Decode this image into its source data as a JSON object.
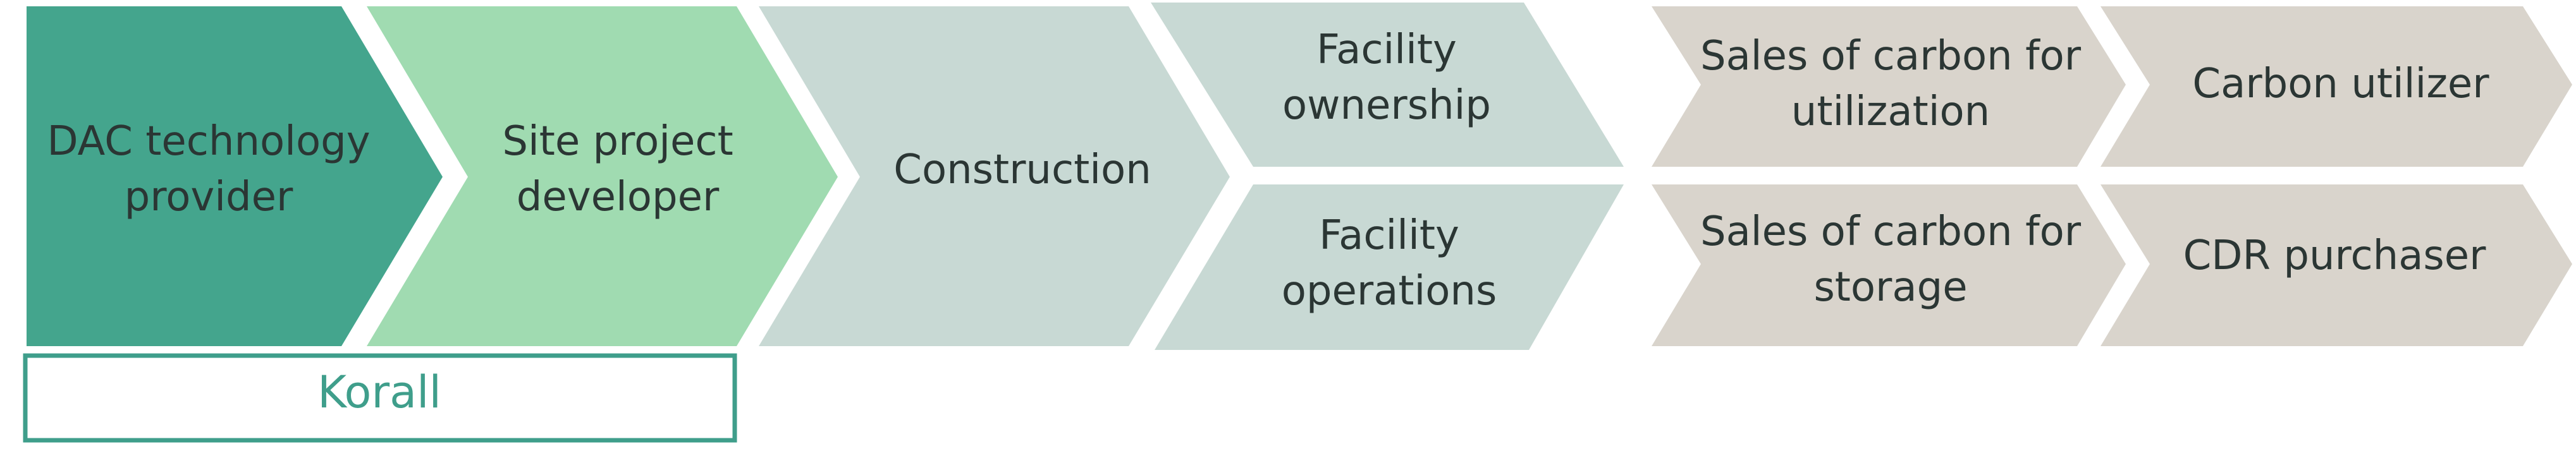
{
  "colors": {
    "dac": "#44a58d",
    "site": "#a0dbb1",
    "construction": "#c8d9d4",
    "facility": "#c8d9d4",
    "sales": "#d9d4cc",
    "brand": "#3f9e8b",
    "text": "#2b3634"
  },
  "steps": {
    "dac": {
      "line1": "DAC technology",
      "line2": "provider"
    },
    "site": {
      "line1": "Site project",
      "line2": "developer"
    },
    "construction": {
      "line1": "Construction"
    },
    "ownership": {
      "line1": "Facility",
      "line2": "ownership"
    },
    "operations": {
      "line1": "Facility",
      "line2": "operations"
    },
    "sales_utilization": {
      "line1": "Sales of carbon for",
      "line2": "utilization"
    },
    "carbon_utilizer": {
      "line1": "Carbon utilizer"
    },
    "sales_storage": {
      "line1": "Sales of carbon for",
      "line2": "storage"
    },
    "cdr_purchaser": {
      "line1": "CDR purchaser"
    }
  },
  "brand": {
    "label": "Korall"
  }
}
